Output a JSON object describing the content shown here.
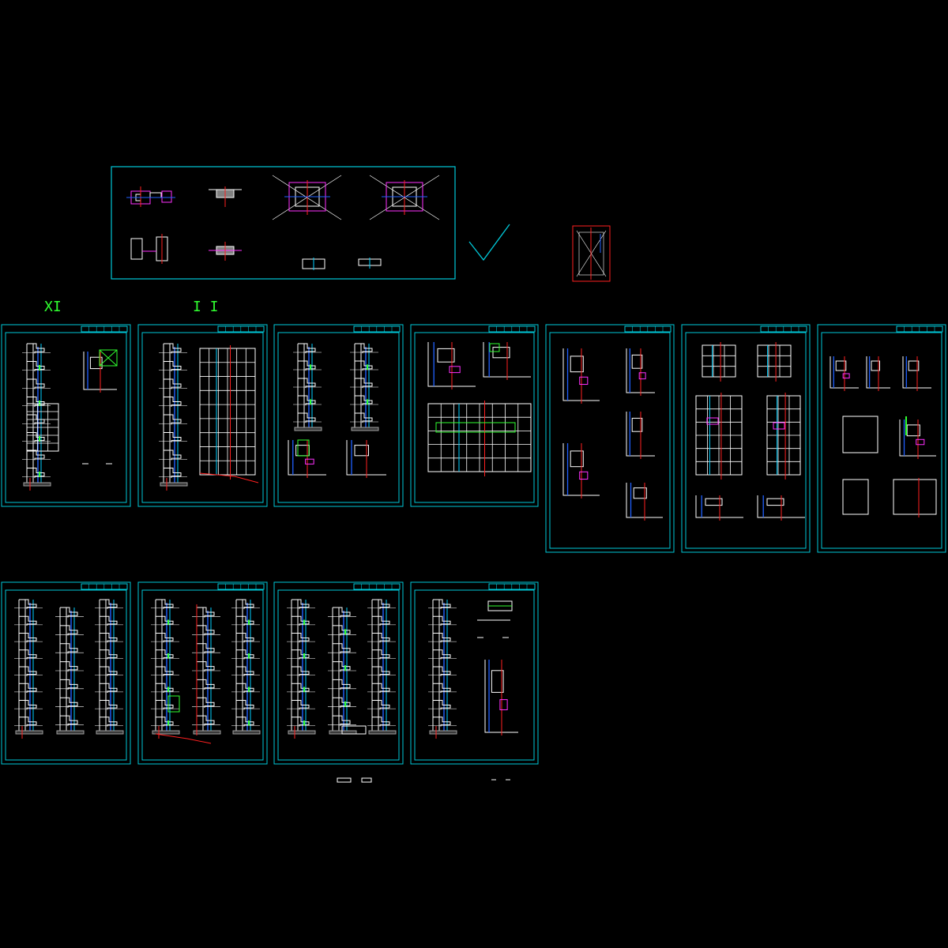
{
  "drawing": {
    "background": "#000000",
    "colors": {
      "frame": "#00c8d8",
      "line": "#ffffff",
      "section": "#ff2020",
      "mullion": "#2060ff",
      "glass": "#00d0ff",
      "highlight": "#ff30ff",
      "marker": "#30ff30",
      "hatch": "#a0a0a0"
    },
    "stray_marks": [
      "XI",
      "I I"
    ],
    "sheet_rows": [
      {
        "row": "top",
        "sheet_count": 7
      },
      {
        "row": "bottom",
        "sheet_count": 4
      }
    ],
    "detail_index_panel": {
      "detail_count": 8
    },
    "title_block_note": "unreadable"
  }
}
